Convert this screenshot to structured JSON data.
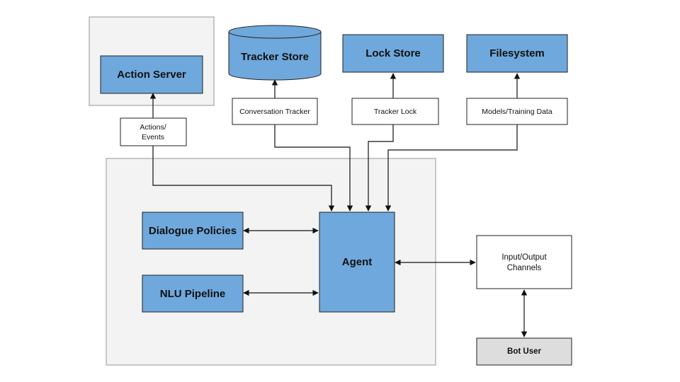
{
  "nodes": {
    "action_server": "Action Server",
    "tracker_store": "Tracker Store",
    "lock_store": "Lock Store",
    "filesystem": "Filesystem",
    "conversation_tracker": "Conversation Tracker",
    "tracker_lock": "Tracker Lock",
    "models_training_data": "Models/Training Data",
    "actions_events_line1": "Actions/",
    "actions_events_line2": "Events",
    "dialogue_policies": "Dialogue Policies",
    "nlu_pipeline": "NLU Pipeline",
    "agent": "Agent",
    "io_channels_line1": "Input/Output",
    "io_channels_line2": "Channels",
    "bot_user": "Bot User"
  },
  "colors": {
    "component_fill": "#6fa8dc",
    "label_box_fill": "#ffffff",
    "bot_user_fill": "#dddddd",
    "region_fill": "#f3f3f3",
    "region_stroke": "#b7b7b7"
  }
}
